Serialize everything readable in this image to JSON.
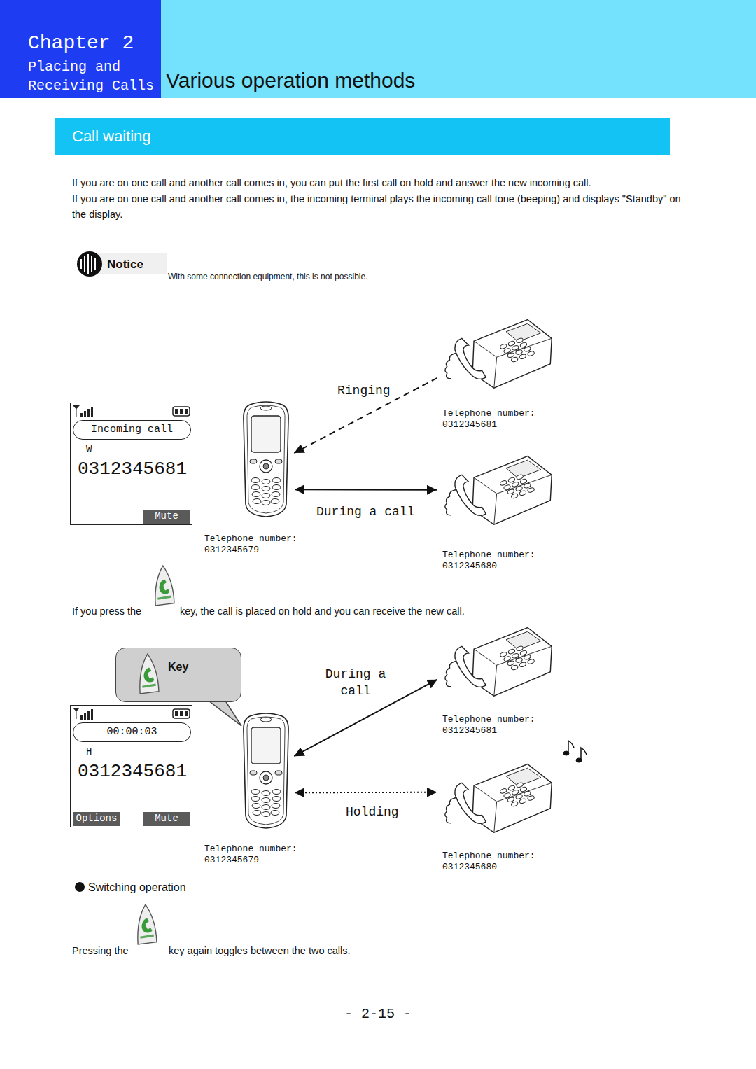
{
  "diagram": {
    "title": "Various operation methods",
    "nodes": [
      {
        "text": [
          "Chapter 2",
          "Placing and Receiving Calls"
        ]
      },
      {
        "text": [
          "Call waiting"
        ]
      },
      {
        "text": [
          "W",
          "0312345681"
        ]
      },
      {
        "text": [
          "Incoming call"
        ],
        "in": 2
      },
      {
        "text": [
          "Mute"
        ],
        "in": 2
      },
      {
        "text": [
          "Telephone number: 0312345679"
        ]
      },
      {
        "text": [
          "Telephone number: 0312345681"
        ]
      },
      {
        "text": [
          "Telephone number: 0312345680"
        ]
      },
      {
        "text": [
          "Key"
        ]
      },
      {
        "text": [
          "H",
          "0312345681"
        ]
      },
      {
        "text": [
          "00:00:03"
        ],
        "in": 9
      },
      {
        "text": [
          "Options"
        ],
        "in": 9
      },
      {
        "text": [
          "Mute"
        ],
        "in": 9
      },
      {
        "text": [
          "Telephone number: 0312345679"
        ]
      },
      {
        "text": [
          "Telephone number: 0312345681"
        ]
      },
      {
        "text": [
          "Telephone number: 0312345680"
        ]
      }
    ],
    "edges": [
      {
        "from": 6,
        "to": 5,
        "arrow": "to",
        "label": "Ringing"
      },
      {
        "from": 5,
        "to": 7,
        "arrow": "both",
        "label": "During a call"
      },
      {
        "from": 13,
        "to": 14,
        "arrow": "both",
        "label": "During a call"
      },
      {
        "from": 13,
        "to": 15,
        "arrow": "both",
        "label": "Holding"
      }
    ],
    "labels": [
      "If you are on one call and another call comes in, you can put the first call on hold and answer the new incoming call.",
      "If you are on one call and another call comes in, the incoming terminal plays the incoming call tone (beeping) and displays \"Standby\" on the display.",
      "Notice",
      "With some connection equipment, this is not possible.",
      "If you press the",
      "key, the call is placed on hold and you can receive the new call.",
      "Switching operation",
      "Pressing the",
      "key again toggles between the two calls.",
      "- 2-15 -"
    ]
  }
}
